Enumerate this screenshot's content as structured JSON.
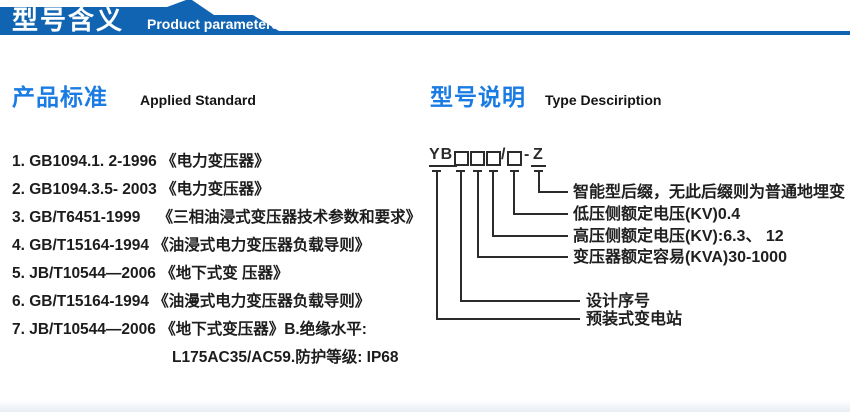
{
  "header": {
    "title_cn": "型号含义",
    "subtitle_en": "Product parameters"
  },
  "left_section": {
    "heading_cn": "产品标准",
    "heading_en": "Applied Standard",
    "items": [
      "1. GB1094.1. 2-1996 《电力变压器》",
      "2. GB1094.3.5- 2003 《电力变压器》",
      "3. GB/T6451-1999    《三相油浸式变压器技术参数和要求》",
      "4. GB/T15164-1994 《油浸式电力变压器负载导则》",
      "5. JB/T10544—2006 《地下式变 压器》",
      "6. GB/T15164-1994 《油漫式电力变压器负载导则》",
      "7. JB/T10544—2006 《地下式变压器》B.绝缘水平:",
      "L175AC35/AC59.防护等级: IP68"
    ]
  },
  "right_section": {
    "heading_cn": "型号说明",
    "heading_en": "Type Desciription",
    "model_code": {
      "prefix": "YB",
      "slash": "/",
      "dash": "-",
      "suffix": "Z"
    },
    "labels": [
      "智能型后缀，无此后缀则为普通地埋变",
      "低压侧额定电压(KV)0.4",
      "高压侧额定电压(KV):6.3、 12",
      "变压器额定容易(KVA)30-1000",
      "设计序号",
      "预装式变电站"
    ]
  },
  "colors": {
    "banner_blue": "#1164b2",
    "accent_blue": "#1a7ce2"
  }
}
